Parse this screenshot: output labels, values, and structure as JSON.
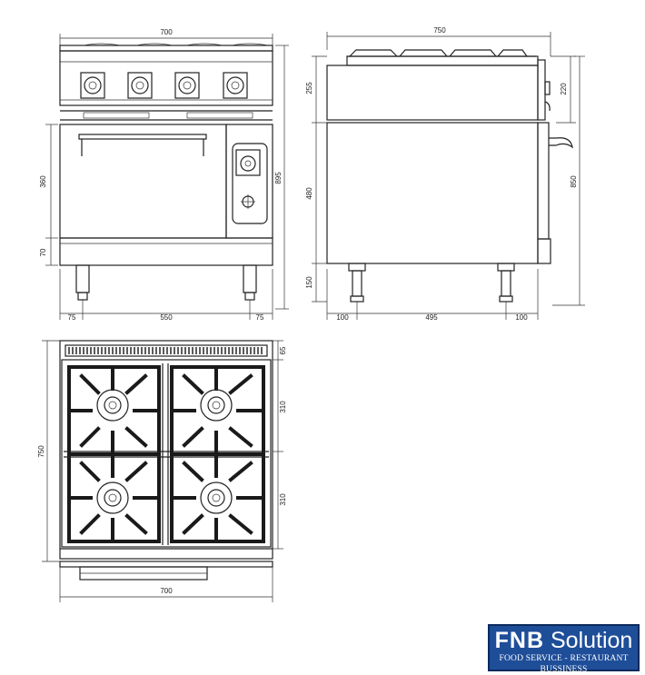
{
  "dimensions": {
    "front_width": "700",
    "front_foot_left": "75",
    "front_between_feet": "550",
    "front_foot_right": "75",
    "front_oven_height": "360",
    "front_base_height": "70",
    "front_total_height": "895",
    "side_depth": "750",
    "side_top_height": "255",
    "side_body_height": "480",
    "side_leg_height": "150",
    "side_leg_left": "100",
    "side_between_legs": "495",
    "side_leg_right": "100",
    "side_right_top": "220",
    "side_right_total": "850",
    "top_strip": "65",
    "top_burner_row_1": "310",
    "top_burner_row_2": "310",
    "top_total_depth": "750",
    "top_width": "700"
  },
  "logo": {
    "brand_bold": "FNB",
    "brand_rest": " Solution",
    "tagline": "FOOD SERVICE - RESTAURANT BUSSINESS"
  }
}
